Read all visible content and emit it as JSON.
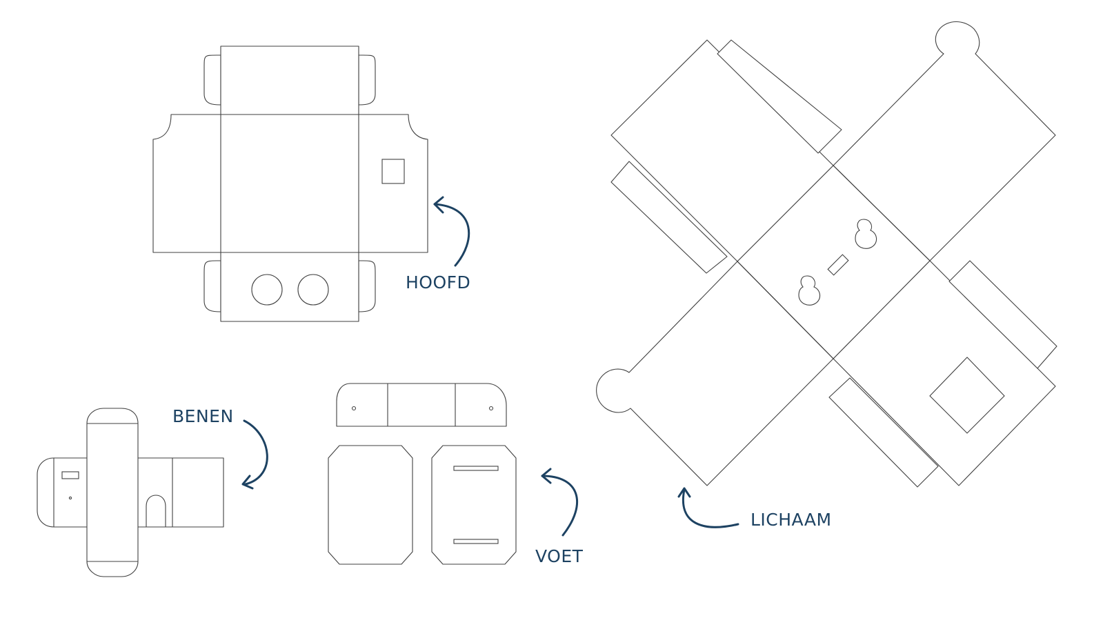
{
  "labels": {
    "head": "HOOFD",
    "legs": "BENEN",
    "foot": "VOET",
    "body": "LICHAAM"
  },
  "colors": {
    "ink": "#1d4262",
    "outline": "#3f3f3f",
    "background": "#ffffff"
  }
}
